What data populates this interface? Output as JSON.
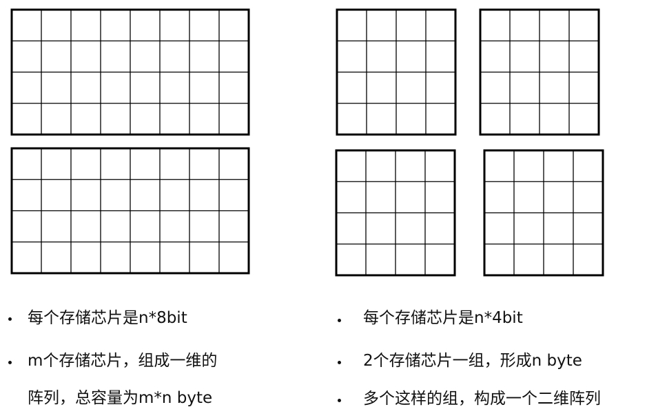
{
  "left": {
    "items": [
      {
        "text": "每个存储芯片是n*8bit"
      },
      {
        "text": "m个存储芯片，组成一维的"
      },
      {
        "text": "阵列，总容量为m*n byte"
      }
    ]
  },
  "right": {
    "items": [
      {
        "text": "每个存储芯片是n*4bit"
      },
      {
        "text": "2个存储芯片一组，形成n byte"
      },
      {
        "text": "多个这样的组，构成一个二维阵列"
      }
    ]
  },
  "colors": {
    "line": "#000000",
    "background": "#ffffff"
  },
  "chips": {
    "left": {
      "count": 2,
      "columns": 8,
      "rows": 4
    },
    "right": {
      "count": 4,
      "columns": 4,
      "rows": 4
    }
  }
}
